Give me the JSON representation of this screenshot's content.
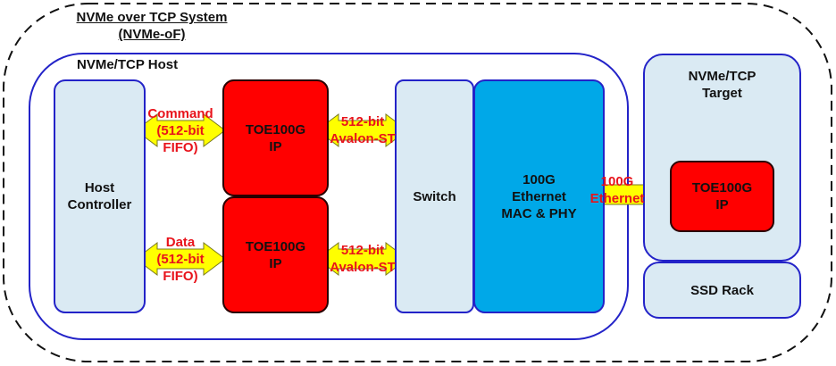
{
  "system": {
    "title_line1": "NVMe over TCP System",
    "title_line2": "(NVMe-oF)"
  },
  "host": {
    "label": "NVMe/TCP Host",
    "controller": {
      "line1": "Host",
      "line2": "Controller"
    },
    "toe_top": {
      "line1": "TOE100G",
      "line2": "IP"
    },
    "toe_bottom": {
      "line1": "TOE100G",
      "line2": "IP"
    },
    "switch": "Switch",
    "mac": {
      "line1": "100G",
      "line2": "Ethernet",
      "line3": "MAC & PHY"
    }
  },
  "target": {
    "label_line1": "NVMe/TCP",
    "label_line2": "Target",
    "toe": {
      "line1": "TOE100G",
      "line2": "IP"
    },
    "ssd": "SSD Rack"
  },
  "arrows": {
    "command": {
      "line1": "Command",
      "line2": "(512-bit",
      "line3": "FIFO)"
    },
    "data": {
      "line1": "Data",
      "line2": "(512-bit",
      "line3": "FIFO)"
    },
    "avalon_top": {
      "line1": "512-bit",
      "line2": "Avalon-ST"
    },
    "avalon_bottom": {
      "line1": "512-bit",
      "line2": "Avalon-ST"
    },
    "ethernet": {
      "line1": "100G",
      "line2": "Ethernet"
    }
  },
  "colors": {
    "ip_red": "#ff0000",
    "mac_blue": "#00a8e8",
    "block_light": "#daeaf3",
    "border_blue": "#2323c8",
    "arrow_yellow": "#ffff00",
    "arrow_text_red": "#e8131b"
  }
}
